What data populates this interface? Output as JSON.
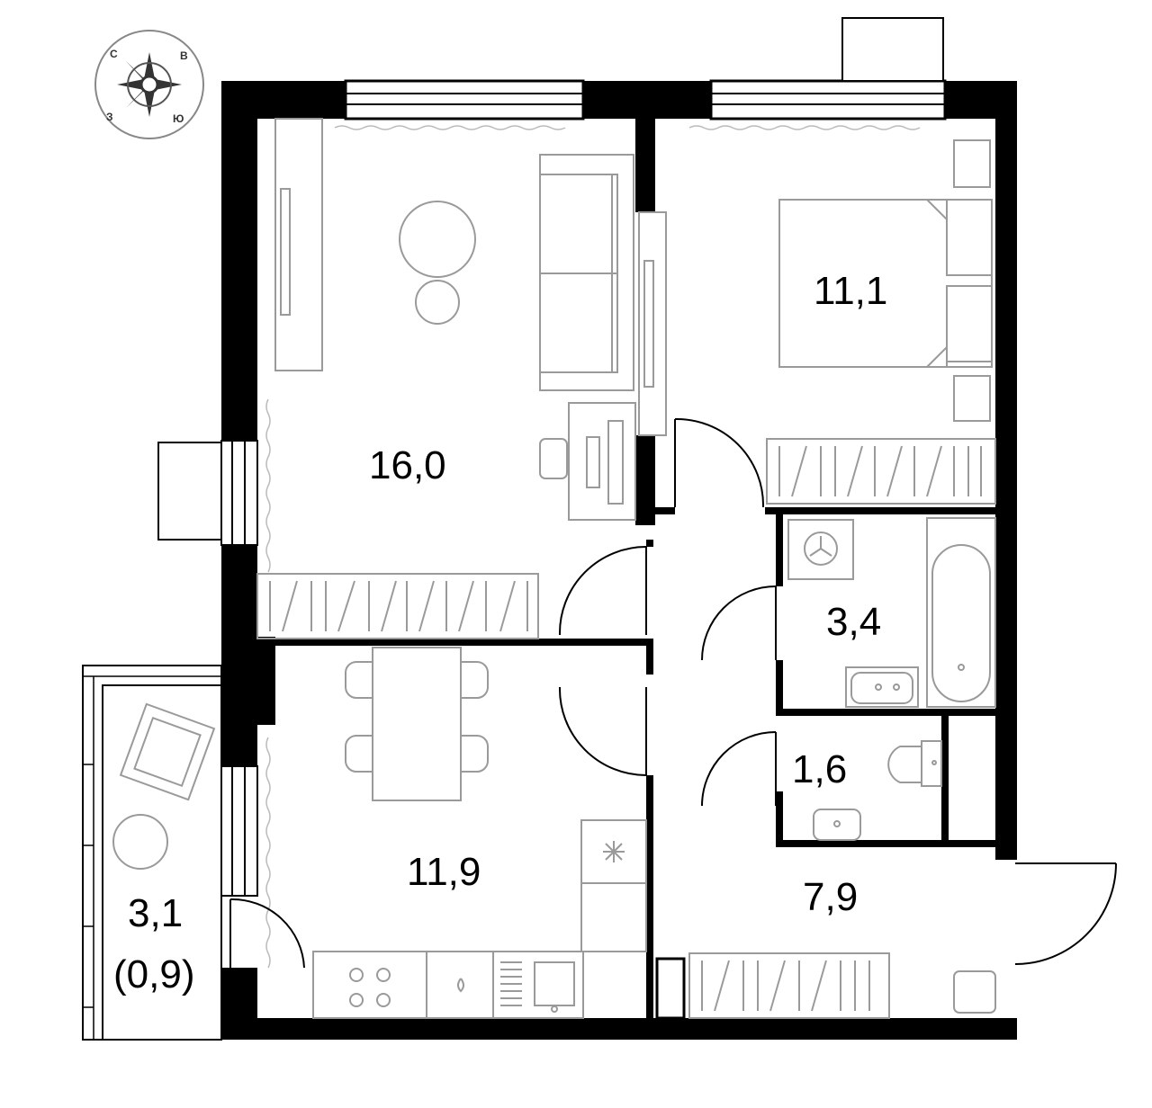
{
  "compass": {
    "north": "С",
    "east": "В",
    "west": "З",
    "south": "Ю"
  },
  "rooms": {
    "living_area": "16,0",
    "bedroom_area": "11,1",
    "kitchen_area": "11,9",
    "bathroom_area": "3,4",
    "toilet_area": "1,6",
    "hallway_area": "7,9",
    "balcony_area": "3,1",
    "balcony_reduced_area": "(0,9)"
  },
  "colors": {
    "wall": "#000000",
    "furniture": "#9a9a9a"
  }
}
